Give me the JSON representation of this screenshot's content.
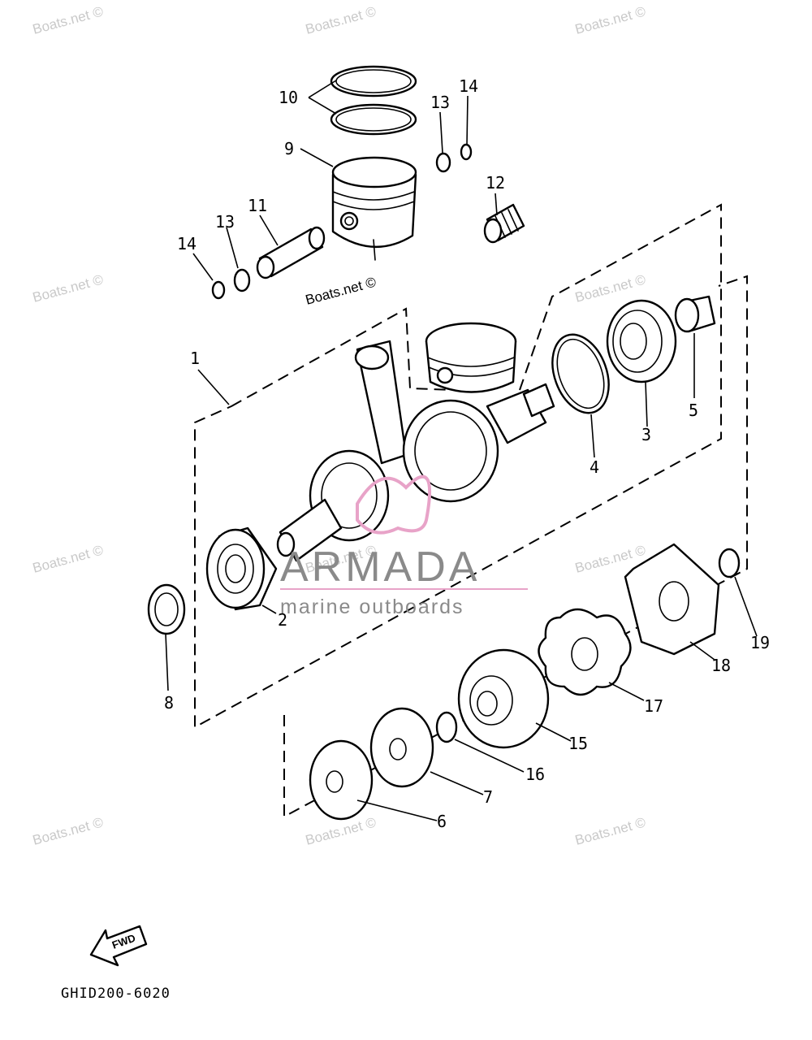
{
  "diagram": {
    "drawing_code": "GHID200-6020",
    "fwd_label": "FWD",
    "callouts": [
      "1",
      "2",
      "3",
      "4",
      "5",
      "6",
      "7",
      "8",
      "9",
      "10",
      "11",
      "12",
      "13",
      "13",
      "14",
      "14",
      "15",
      "16",
      "17",
      "18",
      "19"
    ],
    "watermark": "Boats.net ©"
  },
  "logo": {
    "brand": "ARMADA",
    "tagline": "marine outboards",
    "accent_color": "#e8a3c8"
  },
  "colors": {
    "line": "#000000",
    "watermark": "#c9c9c9",
    "logo_text": "#8a8a8a"
  }
}
